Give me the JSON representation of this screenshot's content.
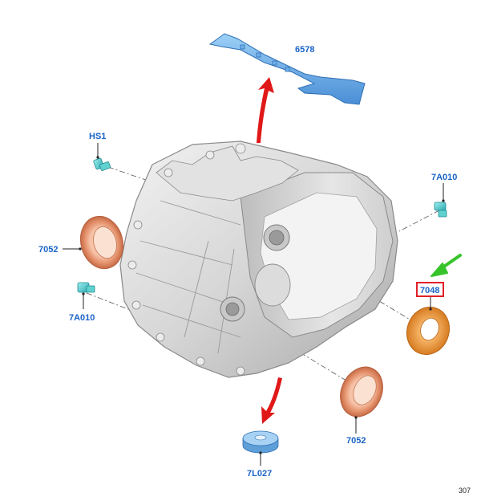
{
  "diagram": {
    "callouts": {
      "bracket": "6578",
      "plug_top": "HS1",
      "plug_right": "7A010",
      "seal_left": "7052",
      "plug_left": "7A010",
      "ring_highlighted": "7048",
      "seal_bottom": "7052",
      "washer_bottom": "7L027"
    },
    "page_number": "307",
    "colors": {
      "callout_text": "#1a63c8",
      "highlight_box": "#e0202a",
      "arrow_red": "#e01818",
      "arrow_green": "#36c42a",
      "part_blue": "#5aa0e0",
      "plug_teal": "#48c8c8",
      "seal_copper": "#e4906a",
      "ring_orange": "#e8902e",
      "housing_gray": "#d8d8d8"
    },
    "icons": {
      "pointer_red": "arrow-up-icon",
      "pointer_red_down": "arrow-down-icon",
      "pointer_green": "arrow-down-left-icon"
    }
  }
}
